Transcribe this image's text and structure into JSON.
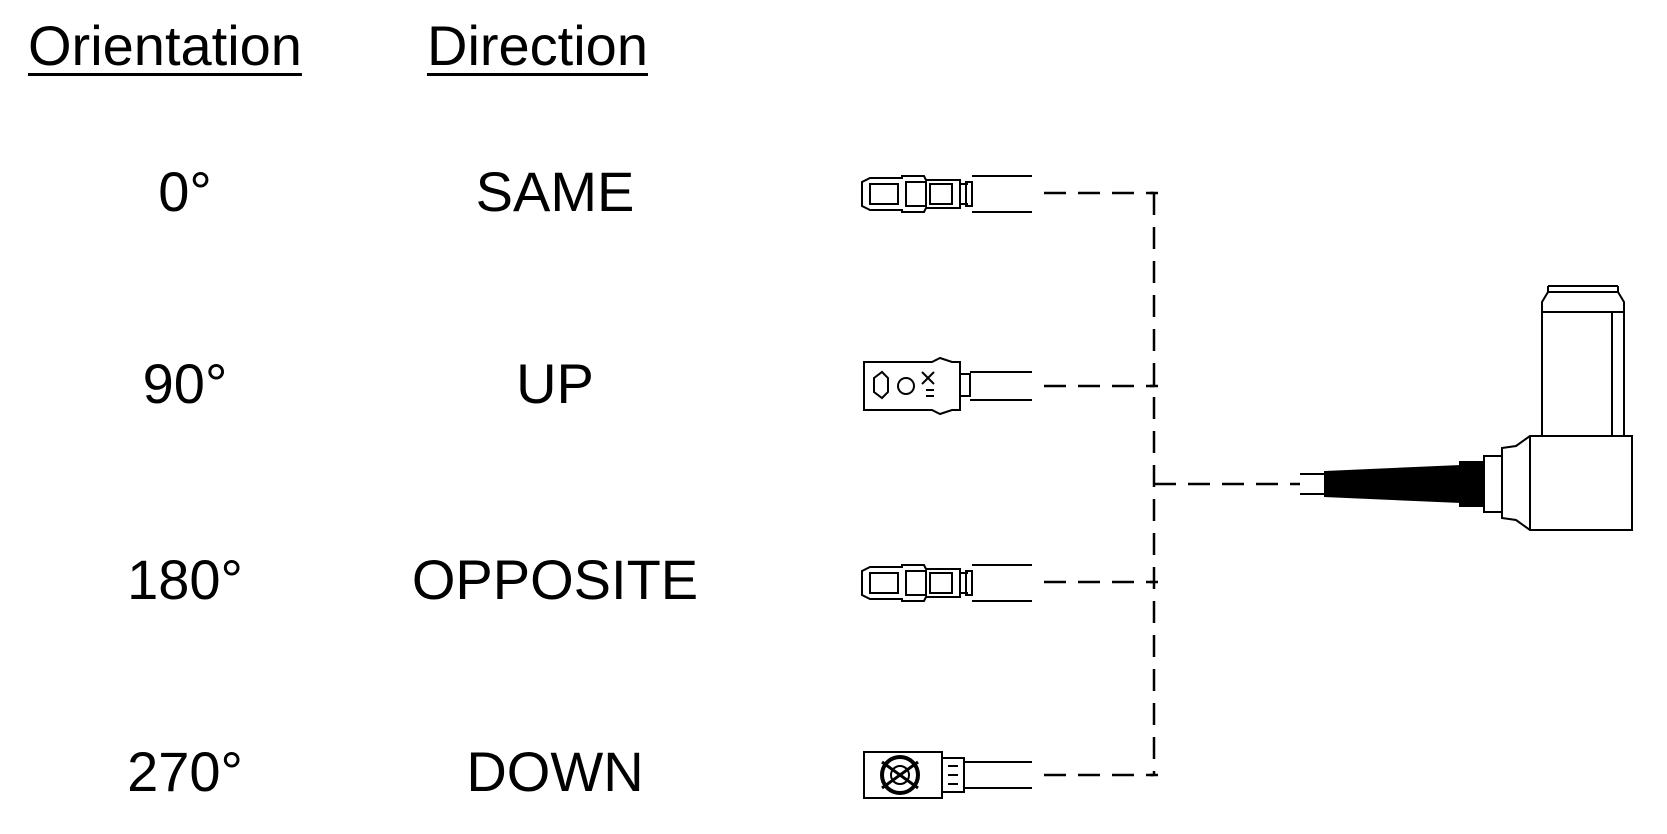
{
  "headers": {
    "orientation": "Orientation",
    "direction": "Direction"
  },
  "rows": [
    {
      "orientation": "0°",
      "direction": "SAME"
    },
    {
      "orientation": "90°",
      "direction": "UP"
    },
    {
      "orientation": "180°",
      "direction": "OPPOSITE"
    },
    {
      "orientation": "270°",
      "direction": "DOWN"
    }
  ],
  "colors": {
    "ink": "#000000",
    "background": "#ffffff"
  }
}
